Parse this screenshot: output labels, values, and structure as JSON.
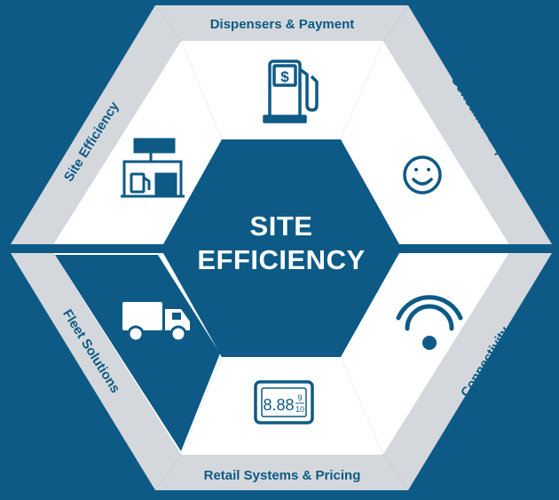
{
  "center": {
    "line1": "SITE",
    "line2": "EFFICIENCY"
  },
  "segments": {
    "dispensers": {
      "label": "Dispensers & Payment",
      "icon": "fuel-pump-dollar-icon"
    },
    "consumer": {
      "label": "Consumer Experience",
      "icon": "smiley-face-icon"
    },
    "connectivity": {
      "label": "Connectivity",
      "icon": "wifi-icon"
    },
    "retail": {
      "label": "Retail Systems & Pricing",
      "icon": "price-sign-icon",
      "price_digits": "8.88",
      "price_fraction_top": "9",
      "price_fraction_bottom": "10"
    },
    "fleet": {
      "label": "Fleet Solutions",
      "icon": "truck-icon"
    },
    "site": {
      "label": "Site Efficiency",
      "icon": "gas-station-icon"
    }
  },
  "colors": {
    "background": "#0d5a86",
    "band": "#d4d8dc",
    "segment_fill": "#ffffff",
    "active_segment": "#0d5a86",
    "icon": "#0d5a86"
  }
}
